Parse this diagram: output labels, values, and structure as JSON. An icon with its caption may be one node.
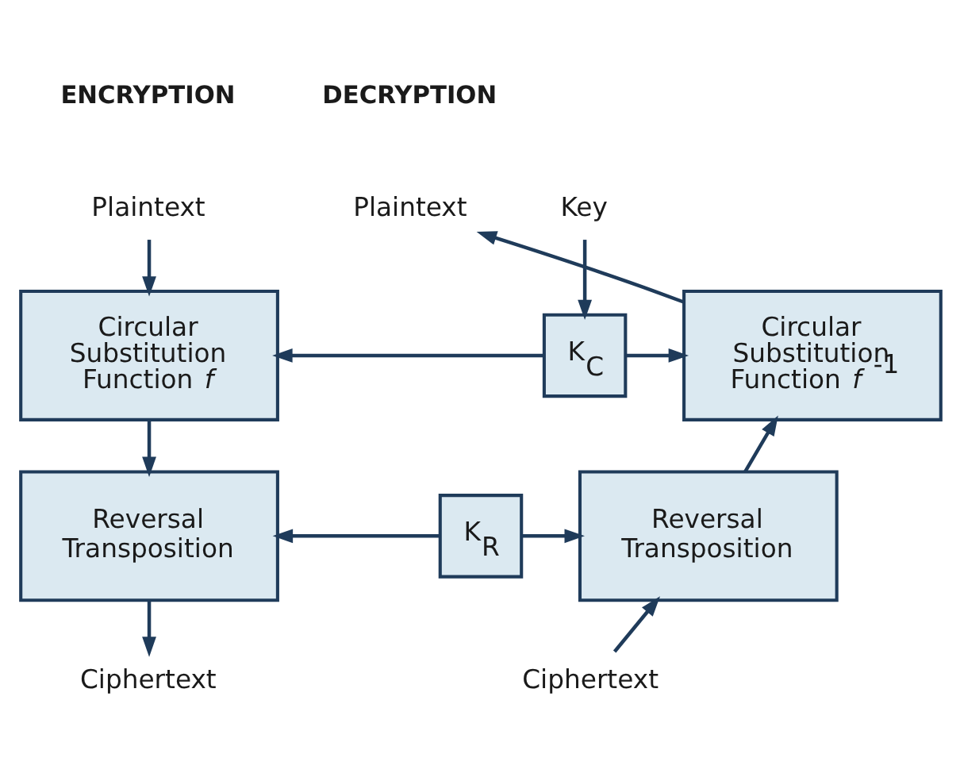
{
  "diagram": {
    "nodes": [
      {
        "text": [
          "Plaintext"
        ]
      },
      {
        "text": [
          "Circular Substitution Function *f*"
        ]
      },
      {
        "text": [
          "Reversal Transposition"
        ]
      },
      {
        "text": [
          "Ciphertext"
        ]
      },
      {
        "text": [
          "Key"
        ]
      },
      {
        "text": [
          "K$_{C}$"
        ]
      },
      {
        "text": [
          "K$_{R}$"
        ]
      },
      {
        "text": [
          "Plaintext"
        ]
      },
      {
        "text": [
          "Circular Substitution Function *f* $^{-1}$"
        ]
      },
      {
        "text": [
          "Reversal Transposition"
        ]
      },
      {
        "text": [
          "Ciphertext"
        ]
      }
    ],
    "edges": [
      {
        "from": 0,
        "to": 1,
        "arrow": "to"
      },
      {
        "from": 1,
        "to": 2,
        "arrow": "to"
      },
      {
        "from": 2,
        "to": 3,
        "arrow": "to"
      },
      {
        "from": 4,
        "to": 5,
        "arrow": "to"
      },
      {
        "from": 5,
        "to": 1,
        "arrow": "to"
      },
      {
        "from": 5,
        "to": 8,
        "arrow": "to"
      },
      {
        "from": 6,
        "to": 2,
        "arrow": "to"
      },
      {
        "from": 6,
        "to": 9,
        "arrow": "to"
      },
      {
        "from": 10,
        "to": 9,
        "arrow": "to"
      },
      {
        "from": 9,
        "to": 8,
        "arrow": "to"
      },
      {
        "from": 8,
        "to": 7,
        "arrow": "to"
      }
    ],
    "labels": [
      "ENCRYPTION",
      "DECRYPTION"
    ]
  }
}
